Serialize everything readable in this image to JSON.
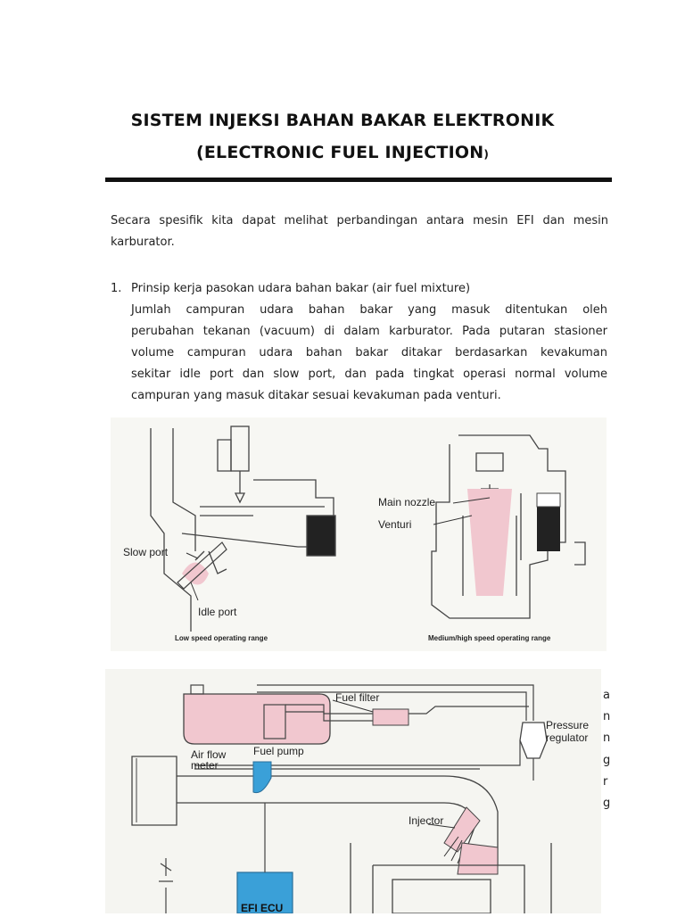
{
  "document": {
    "title_line1": "SISTEM INJEKSI BAHAN BAKAR ELEKTRONIK",
    "title_line2_main": "(ELECTRONIC FUEL INJECTION",
    "title_line2_close": ")",
    "intro_line1": "Secara spesifik kita dapat melihat perbandingan antara mesin EFI dan mesin",
    "intro_line2": "karburator.",
    "item1": {
      "number": "1.",
      "title": "Prinsip kerja pasokan udara bahan bakar (air fuel mixture)",
      "body_lines": [
        "Jumlah campuran udara bahan bakar yang masuk ditentukan oleh",
        "perubahan tekanan (vacuum) di dalam karburator. Pada putaran stasioner",
        "volume campuran udara bahan bakar ditakar berdasarkan kevakuman",
        "sekitar idle port dan slow port, dan pada tingkat operasi normal volume",
        "campuran yang masuk ditakar sesuai kevakuman pada venturi."
      ]
    },
    "figure1": {
      "label_slow_port": "Slow port",
      "label_idle_port": "Idle port",
      "label_main_nozzle": "Main nozzle",
      "label_venturi": "Venturi",
      "caption_left": "Low speed operating range",
      "caption_right": "Medium/high speed operating range"
    },
    "figure2": {
      "label_fuel_filter": "Fuel filter",
      "label_pressure_regulator_1": "Pressure",
      "label_pressure_regulator_2": "regulator",
      "label_air_flow_meter_1": "Air flow",
      "label_air_flow_meter_2": "meter",
      "label_fuel_pump": "Fuel pump",
      "label_injector": "Injector",
      "label_ecu": "EFI ECU"
    },
    "clipped_fragments": [
      "a",
      "n",
      "n",
      "g",
      "r",
      "g"
    ]
  }
}
